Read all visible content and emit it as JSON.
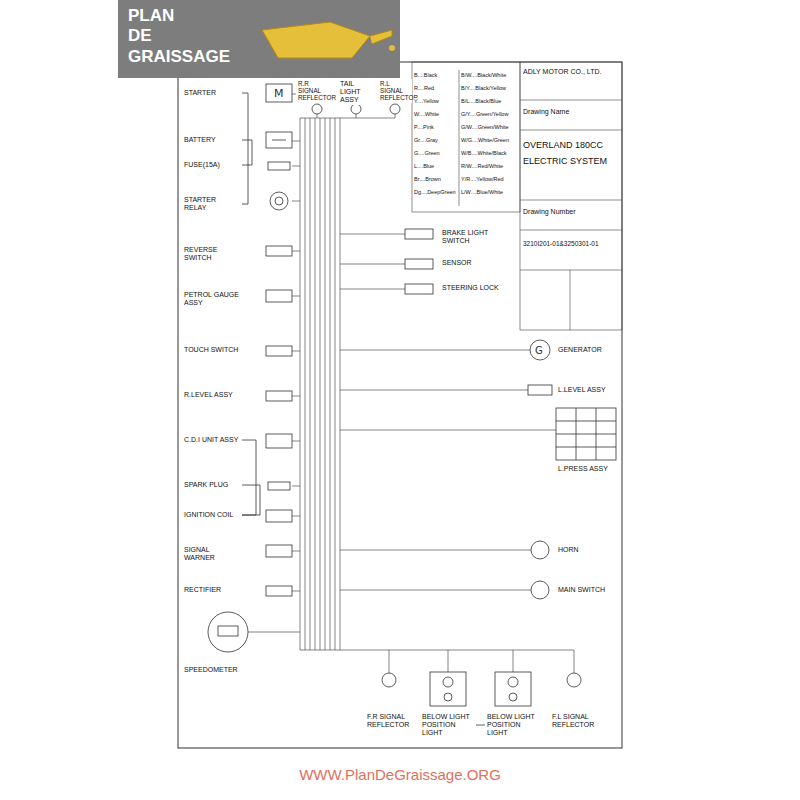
{
  "diagram": {
    "nodes": [
      {
        "text": [
          "STARTER"
        ]
      },
      {
        "text": [
          "BATTERY"
        ]
      },
      {
        "text": [
          "FUSE(15A)"
        ]
      },
      {
        "text": [
          "STARTER RELAY"
        ]
      },
      {
        "text": [
          "REVERSE SWITCH"
        ]
      },
      {
        "text": [
          "PETROL GAUGE ASSY"
        ]
      },
      {
        "text": [
          "TOUCH SWITCH"
        ]
      },
      {
        "text": [
          "R.LEVEL ASSY"
        ]
      },
      {
        "text": [
          "C.D.I UNIT ASSY"
        ]
      },
      {
        "text": [
          "SPARK PLUG"
        ]
      },
      {
        "text": [
          "IGNITION COIL"
        ]
      },
      {
        "text": [
          "SIGNAL WARNER"
        ]
      },
      {
        "text": [
          "RECTIFIER"
        ]
      },
      {
        "text": [
          "SPEEDOMETER"
        ]
      },
      {
        "text": [
          "R.R SIGNAL REFLECTOR"
        ]
      },
      {
        "text": [
          "TAIL LIGHT ASSY"
        ]
      },
      {
        "text": [
          "R.L SIGNAL REFLECTOR"
        ]
      },
      {
        "text": [
          "BRAKE LIGHT SWITCH"
        ]
      },
      {
        "text": [
          "SENSOR"
        ]
      },
      {
        "text": [
          "STEERING LOCK"
        ]
      },
      {
        "text": [
          "GENERATOR"
        ]
      },
      {
        "text": [
          "L.LEVEL ASSY"
        ]
      },
      {
        "text": [
          "L.PRESS ASSY"
        ]
      },
      {
        "text": [
          "HORN"
        ]
      },
      {
        "text": [
          "MAIN SWITCH"
        ]
      },
      {
        "text": [
          "F.R SIGNAL REFLECTOR"
        ]
      },
      {
        "text": [
          "BELOW LIGHT",
          "POSITION LIGHT"
        ]
      },
      {
        "text": [
          "BELOW LIGHT",
          "POSITION LIGHT"
        ]
      },
      {
        "text": [
          "F.L SIGNAL REFLECTOR"
        ]
      }
    ],
    "edges": [
      {
        "from": 0,
        "to": 3,
        "arrow": "none"
      },
      {
        "from": 1,
        "to": 2,
        "arrow": "none"
      },
      {
        "from": 8,
        "to": 10,
        "arrow": "none"
      },
      {
        "from": 9,
        "to": 10,
        "arrow": "none"
      },
      {
        "from": 26,
        "to": 27,
        "arrow": "none"
      }
    ],
    "labels": [
      "PLAN DE GRAISSAGE",
      "WWW.PlanDeGraissage.ORG",
      "ADLY MOTOR CO., LTD.",
      "Drawing Name",
      "OVERLAND 180CC",
      "ELECTRIC SYSTEM",
      "Drawing Number",
      "3210I201-01&3250301-01",
      "B....Black",
      "R....Red",
      "Y....Yellow",
      "W....White",
      "P....Pink",
      "Gr....Gray",
      "G....Green",
      "L....Blue",
      "Br....Brown",
      "Dg....DeepGreen",
      "B/W....Black/White",
      "B/Y....Black/Yellow",
      "B/L....Black/Blue",
      "G/Y....Green/Yellow",
      "G/W....Green/White",
      "W/G....White/Green",
      "W/B....White/Black",
      "R/W....Red/White",
      "Y/R....Yellow/Red",
      "L/W....Blue/White"
    ]
  }
}
